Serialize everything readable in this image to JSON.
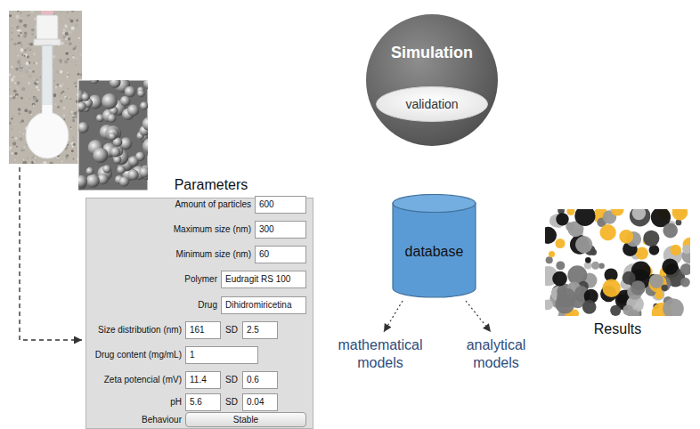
{
  "diagram": {
    "nodes": [
      {
        "text": [
          "Parameters"
        ]
      },
      {
        "text": [
          "600"
        ],
        "in": 0
      },
      {
        "text": [
          "300"
        ],
        "in": 0
      },
      {
        "text": [
          "60"
        ],
        "in": 0
      },
      {
        "text": [
          "Eudragit RS 100"
        ],
        "in": 0
      },
      {
        "text": [
          "Dihidromiricetina"
        ],
        "in": 0
      },
      {
        "text": [
          "161"
        ],
        "in": 0
      },
      {
        "text": [
          "2.5"
        ],
        "in": 0
      },
      {
        "text": [
          "1"
        ],
        "in": 0
      },
      {
        "text": [
          "11.4"
        ],
        "in": 0
      },
      {
        "text": [
          "0.6"
        ],
        "in": 0
      },
      {
        "text": [
          "5.6"
        ],
        "in": 0
      },
      {
        "text": [
          "0.04"
        ],
        "in": 0
      },
      {
        "text": [
          "Stable"
        ],
        "in": 0
      },
      {
        "text": [
          "Simulation"
        ]
      },
      {
        "text": [
          "validation"
        ],
        "in": 14
      },
      {
        "text": [
          "database"
        ]
      },
      {
        "text": [
          "Results"
        ]
      }
    ],
    "edges": [
      {
        "from": 0,
        "to": 14,
        "arrow": "to"
      },
      {
        "from": 15,
        "to": 16,
        "arrow": "to"
      },
      {
        "from": 16,
        "to": 15,
        "arrow": "to"
      },
      {
        "from": 14,
        "to": 17,
        "arrow": "to"
      }
    ],
    "labels": [
      "Amount of particles",
      "Maximum size (nm)",
      "Minimum size (nm)",
      "Polymer",
      "Drug",
      "Size distribution (nm)",
      "SD",
      "Drug content (mg/mL)",
      "Zeta potencial (mV)",
      "SD",
      "pH",
      "SD",
      "Behaviour",
      "mathematical models",
      "analytical models"
    ]
  }
}
